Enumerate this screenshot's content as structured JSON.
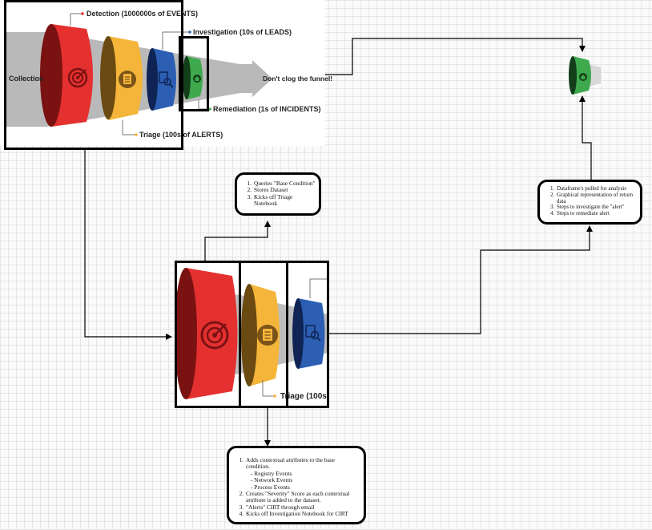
{
  "top_funnel": {
    "collection": "Collection",
    "detection": "Detection (1000000s of EVENTS)",
    "investigation": "Investigation (10s of LEADS)",
    "triage": "Triage (100s of ALERTS)",
    "remediation": "Remediation (1s of INCIDENTS)",
    "tagline": "Don't clog the funnel!"
  },
  "bottom_funnel": {
    "triage_partial": "Triage (100s"
  },
  "note_query": {
    "items": [
      "Queries \"Base Condition\"",
      "Stores Dataset",
      "Kicks off Triage Notebook"
    ]
  },
  "note_triage": {
    "item1": "Adds contextual attributes to the base condition.",
    "sub_items": [
      "- Registry Events",
      "- Network Events",
      "- Process Events"
    ],
    "item2": "Creates \"Severity\" Score as each contextual attribute is added to the dataset.",
    "item3": "\"Alerts\" CIRT through email",
    "item4": "Kicks off Investigation Notebook for CIRT"
  },
  "note_investigation": {
    "items": [
      "Dataframe's pulled for analysis",
      "Graphical representation of return data",
      "Steps to investigate the \"alert\"",
      "Steps to remediate alert"
    ]
  },
  "colors": {
    "detection": "#e53030",
    "triage": "#f4b53a",
    "investigation": "#2c5fb3",
    "remediation": "#3faa4d",
    "funnel_gray": "#b9b9b9",
    "outline": "#000000"
  },
  "icons": [
    "radar-icon",
    "document-icon",
    "magnifier-icon",
    "house-icon"
  ]
}
